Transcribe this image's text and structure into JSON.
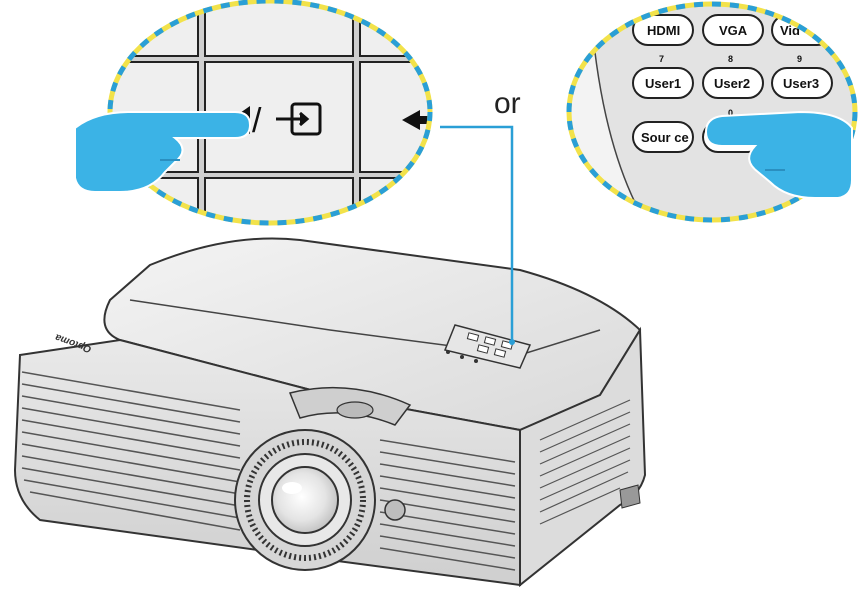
{
  "connector_text": "or",
  "brand_logo": "Optoma",
  "remote": {
    "top_row": [
      "HDMI",
      "VGA",
      "Vid"
    ],
    "numbers": [
      "7",
      "8",
      "9"
    ],
    "user_row": [
      "User1",
      "User2",
      "User3"
    ],
    "zero": "0",
    "source_label": "Sour ce"
  },
  "keypad_symbols": {
    "left_key": "◀/⊡",
    "right_key": "◀"
  },
  "colors": {
    "hand": "#3bb3e6",
    "hand_dark": "#2a8fc0",
    "connector_line": "#2a9fd6",
    "callout_dash_yellow": "#f2e24a",
    "callout_dash_blue": "#2a9fd6"
  },
  "icons": [
    "pointing-hand-icon",
    "left-arrow-icon",
    "source-input-icon"
  ]
}
